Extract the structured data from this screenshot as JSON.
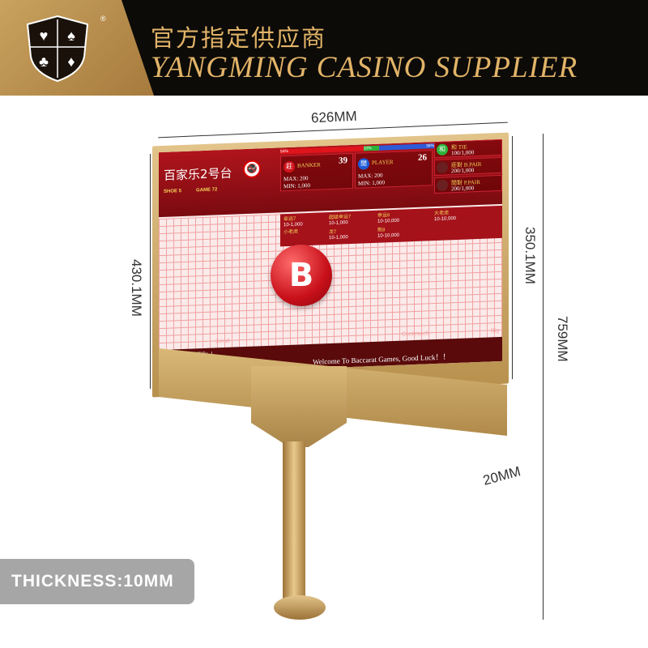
{
  "banner": {
    "cn_title": "官方指定供应商",
    "en_title": "YANGMING CASINO SUPPLIER",
    "registered_mark": "®"
  },
  "dimensions": {
    "width": "626MM",
    "screen_height": "350.1MM",
    "frame_height": "430.1MM",
    "total_height": "759MM",
    "depth": "20MM"
  },
  "thickness_label": "THICKNESS:10MM",
  "screen": {
    "table_name": "百家乐2号台",
    "shoe": "SHOE 5",
    "game": "GAME 72",
    "progress": {
      "banker_pct": "54%",
      "tie_pct": "10%",
      "player_pct": "36%"
    },
    "banker": {
      "chip": "莊",
      "cn": "莊",
      "label": "BANKER",
      "count": "39",
      "max": "MAX: 200",
      "min": "MIN: 1,000"
    },
    "player": {
      "chip": "閒",
      "cn": "閒",
      "label": "PLAYER",
      "count": "26",
      "max": "MAX: 200",
      "min": "MIN: 1,000"
    },
    "side_bets": [
      {
        "chip": "和",
        "label": "和 TIE",
        "value": "100/1,000"
      },
      {
        "label": "莊對 B.PAIR",
        "value": "200/1,000"
      },
      {
        "label": "閒對 P.PAIR",
        "value": "200/1,000"
      }
    ],
    "bets": [
      {
        "label": "幸运7",
        "value": "10-1,000"
      },
      {
        "label": "超级幸运7",
        "value": "10-1,000"
      },
      {
        "label": "幸运6",
        "value": "10-10,000"
      },
      {
        "label": "大老虎",
        "value": "10-10,000"
      },
      {
        "label": "小老虎",
        "value": ""
      },
      {
        "label": "龙7",
        "value": "10-1,000"
      },
      {
        "label": "熊8",
        "value": "10-10,000"
      }
    ],
    "big_marker": "B",
    "ticker_left": "您的好运，我是好运：！",
    "ticker": "Welcome To Baccarat Games, Good Luck！！",
    "road_labels": {
      "big": "Big",
      "small": "Small",
      "cockroach": "Cockroach"
    }
  },
  "colors": {
    "banner_bg": "#0d0b08",
    "gold": "#e2b468",
    "screen_red": "#b0141c",
    "banker": "#d0141c",
    "player": "#1e5bd8"
  }
}
